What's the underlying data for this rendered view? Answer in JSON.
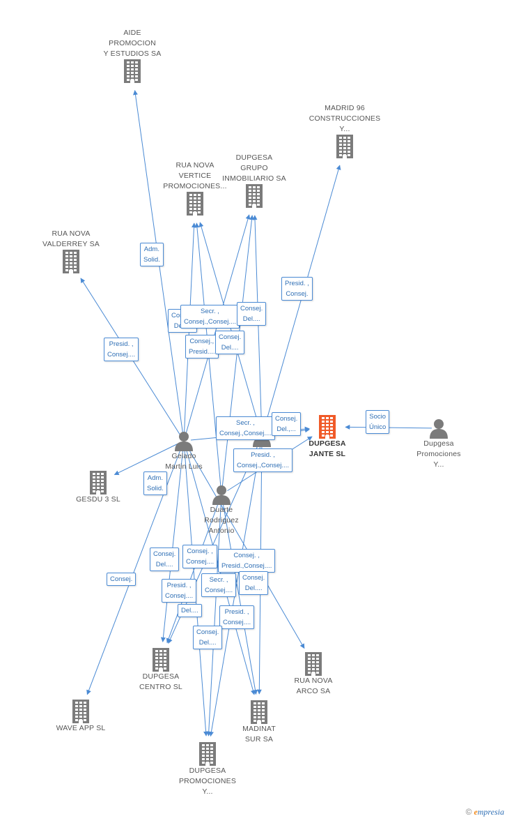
{
  "colors": {
    "edge": "#4a8ad4",
    "company": "#7b7b7b",
    "focus": "#f05a28",
    "person": "#7b7b7b"
  },
  "nodes": [
    {
      "id": "aide",
      "type": "company",
      "lines": [
        "AIDE",
        "PROMOCION",
        "Y ESTUDIOS SA"
      ],
      "label_pos": "top",
      "icon": "building-icon"
    },
    {
      "id": "madrid96",
      "type": "company",
      "lines": [
        "MADRID 96",
        "CONSTRUCCIONES",
        "Y..."
      ],
      "label_pos": "top",
      "icon": "building-icon"
    },
    {
      "id": "ruanovavertice",
      "type": "company",
      "lines": [
        "RUA NOVA",
        "VERTICE",
        "PROMOCIONES..."
      ],
      "label_pos": "top",
      "icon": "building-icon"
    },
    {
      "id": "dupgesagrupo",
      "type": "company",
      "lines": [
        "DUPGESA",
        "GRUPO",
        "INMOBILIARIO SA"
      ],
      "label_pos": "top",
      "icon": "building-icon"
    },
    {
      "id": "ruanovavalderrey",
      "type": "company",
      "lines": [
        "RUA NOVA",
        "VALDERREY SA"
      ],
      "label_pos": "top",
      "icon": "building-icon"
    },
    {
      "id": "dupgesajante",
      "type": "focus",
      "lines": [
        "DUPGESA",
        "JANTE SL"
      ],
      "label_pos": "bottom",
      "icon": "building-icon"
    },
    {
      "id": "dupgesapromy",
      "type": "person",
      "lines": [
        "Dupgesa",
        "Promociones",
        "Y..."
      ],
      "label_pos": "bottom",
      "icon": "person-icon"
    },
    {
      "id": "gelado",
      "type": "person",
      "lines": [
        "Gelado",
        "Martin Luis"
      ],
      "label_pos": "bottom",
      "icon": "person-icon"
    },
    {
      "id": "gesdu3",
      "type": "company",
      "lines": [
        "GESDU 3 SL"
      ],
      "label_pos": "bottom",
      "icon": "building-icon"
    },
    {
      "id": "duarte",
      "type": "person",
      "lines": [
        "Duarte",
        "Rodriguez",
        "Antonio"
      ],
      "label_pos": "bottom",
      "icon": "person-icon"
    },
    {
      "id": "dupgesacentro",
      "type": "company",
      "lines": [
        "DUPGESA",
        "CENTRO SL"
      ],
      "label_pos": "bottom",
      "icon": "building-icon"
    },
    {
      "id": "ruanovaarco",
      "type": "company",
      "lines": [
        "RUA NOVA",
        "ARCO SA"
      ],
      "label_pos": "bottom",
      "icon": "building-icon"
    },
    {
      "id": "waveapp",
      "type": "company",
      "lines": [
        "WAVE APP SL"
      ],
      "label_pos": "bottom",
      "icon": "building-icon"
    },
    {
      "id": "madinat",
      "type": "company",
      "lines": [
        "MADINAT",
        "SUR SA"
      ],
      "label_pos": "bottom",
      "icon": "building-icon"
    },
    {
      "id": "dupgesapromociones",
      "type": "company",
      "lines": [
        "DUPGESA",
        "PROMOCIONES",
        "Y..."
      ],
      "label_pos": "bottom",
      "icon": "building-icon"
    },
    {
      "id": "hidden",
      "type": "person",
      "lines": [],
      "label_pos": "bottom",
      "icon": "person-icon"
    }
  ],
  "edges": [
    {
      "from": "gelado",
      "to": "aide"
    },
    {
      "from": "gelado",
      "to": "ruanovavalderrey"
    },
    {
      "from": "gelado",
      "to": "ruanovavertice"
    },
    {
      "from": "gelado",
      "to": "dupgesagrupo"
    },
    {
      "from": "gelado",
      "to": "gesdu3"
    },
    {
      "from": "gelado",
      "to": "waveapp"
    },
    {
      "from": "gelado",
      "to": "dupgesacentro"
    },
    {
      "from": "gelado",
      "to": "madinat"
    },
    {
      "from": "gelado",
      "to": "dupgesapromociones"
    },
    {
      "from": "gelado",
      "to": "ruanovaarco"
    },
    {
      "from": "gelado",
      "to": "dupgesajante"
    },
    {
      "from": "duarte",
      "to": "ruanovavertice"
    },
    {
      "from": "duarte",
      "to": "dupgesagrupo"
    },
    {
      "from": "duarte",
      "to": "dupgesacentro"
    },
    {
      "from": "duarte",
      "to": "madinat"
    },
    {
      "from": "duarte",
      "to": "dupgesapromociones"
    },
    {
      "from": "duarte",
      "to": "dupgesajante"
    },
    {
      "from": "hidden",
      "to": "madrid96"
    },
    {
      "from": "hidden",
      "to": "ruanovavertice"
    },
    {
      "from": "hidden",
      "to": "dupgesagrupo"
    },
    {
      "from": "hidden",
      "to": "dupgesacentro"
    },
    {
      "from": "hidden",
      "to": "madinat"
    },
    {
      "from": "hidden",
      "to": "dupgesapromociones"
    },
    {
      "from": "hidden",
      "to": "dupgesajante"
    },
    {
      "from": "dupgesapromy",
      "to": "dupgesajante"
    }
  ],
  "relations": [
    {
      "id": "r-adm-aide",
      "lines": [
        "Adm.",
        "Solid."
      ]
    },
    {
      "id": "r-presid-valderrey",
      "lines": [
        "Presid. ,",
        "Consej...."
      ]
    },
    {
      "id": "r-presid-madrid",
      "lines": [
        "Presid. ,",
        "Consej."
      ]
    },
    {
      "id": "r-consej-del-a",
      "lines": [
        "Consej.",
        "Del...."
      ]
    },
    {
      "id": "r-secr-vertice",
      "lines": [
        "Secr. ,",
        "Consej.,Consej...."
      ]
    },
    {
      "id": "r-consej-del-b",
      "lines": [
        "Consej.",
        "Del...."
      ]
    },
    {
      "id": "r-consej-presid",
      "lines": [
        "Consej.,",
        "Presid...."
      ]
    },
    {
      "id": "r-consej-del-c",
      "lines": [
        "Consej.",
        "Del...."
      ]
    },
    {
      "id": "r-socio-unico",
      "lines": [
        "Socio",
        "Único"
      ]
    },
    {
      "id": "r-secr-jante",
      "lines": [
        "Secr. ,",
        "Consej.,Consej...."
      ]
    },
    {
      "id": "r-consej-del-jante",
      "lines": [
        "Consej.",
        "Del.,..."
      ]
    },
    {
      "id": "r-presid-jante",
      "lines": [
        "Presid. ,",
        "Consej.,Consej...."
      ]
    },
    {
      "id": "r-adm-gesdu",
      "lines": [
        "Adm.",
        "Solid."
      ]
    },
    {
      "id": "r-consej-wave",
      "lines": [
        "Consej."
      ]
    },
    {
      "id": "r-consej-del-d",
      "lines": [
        "Consej.",
        "Del...."
      ]
    },
    {
      "id": "r-consej-consej",
      "lines": [
        "Consej. ,",
        "Consej...."
      ]
    },
    {
      "id": "r-consej-presid-b",
      "lines": [
        "Consej. ,",
        "Presid.,Consej...."
      ]
    },
    {
      "id": "r-presid-consej-a",
      "lines": [
        "Presid. ,",
        "Consej...."
      ]
    },
    {
      "id": "r-secr-consej",
      "lines": [
        "Secr. ,",
        "Consej...."
      ]
    },
    {
      "id": "r-consej-del-e",
      "lines": [
        "Consej.",
        "Del...."
      ]
    },
    {
      "id": "r-del-f",
      "lines": [
        "Del...."
      ]
    },
    {
      "id": "r-presid-consej-b",
      "lines": [
        "Presid. ,",
        "Consej...."
      ]
    },
    {
      "id": "r-consej-del-g",
      "lines": [
        "Consej.",
        "Del...."
      ]
    }
  ],
  "footer": {
    "copyright": "©",
    "brand_initial": "e",
    "brand_rest": "mpresia"
  }
}
